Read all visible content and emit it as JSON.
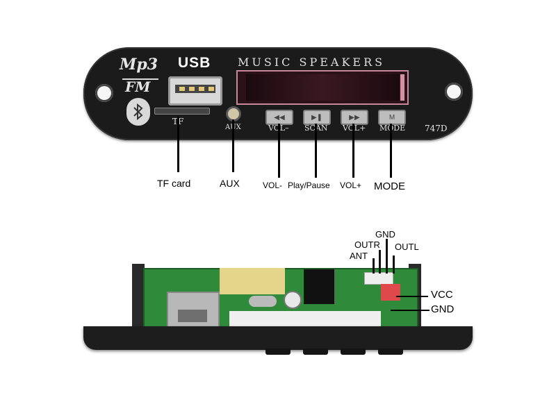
{
  "panel": {
    "brand_mp3": "Mp3",
    "brand_fm": "FM",
    "usb_title": "USB",
    "music_title": "MUSIC SPEAKERS",
    "tf_label": "TF",
    "aux_label": "AUX",
    "buttons": [
      {
        "label": "VOL–",
        "icon": "previous-icon"
      },
      {
        "label": "SCAN",
        "icon": "play-pause-icon"
      },
      {
        "label": "VOL+",
        "icon": "next-icon"
      },
      {
        "label": "MODE",
        "icon": "mode-icon"
      }
    ],
    "model": "747D"
  },
  "callouts": {
    "tf_card": "TF card",
    "aux": "AUX",
    "vol_minus": "VOL-",
    "play_pause": "Play/Pause",
    "vol_plus": "VOL+",
    "mode": "MODE"
  },
  "pins": {
    "gnd_top": "GND",
    "outr": "OUTR",
    "outl": "OUTL",
    "ant": "ANT",
    "vcc": "VCC",
    "gnd_right": "GND"
  }
}
